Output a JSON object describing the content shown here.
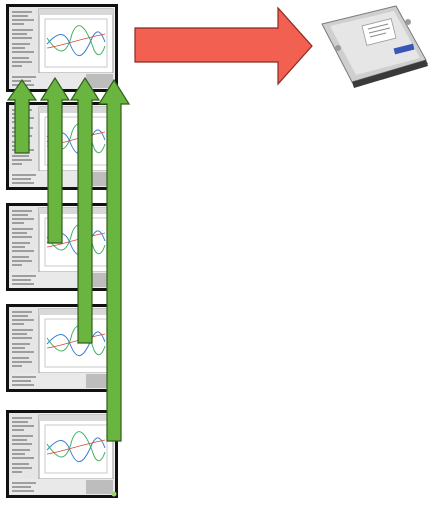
{
  "diagram": {
    "panels": [
      {
        "id": "panel-1",
        "thumbnail": "screen-thumbnail"
      },
      {
        "id": "panel-2",
        "thumbnail": "screen-thumbnail"
      },
      {
        "id": "panel-3",
        "thumbnail": "screen-thumbnail"
      },
      {
        "id": "panel-4",
        "thumbnail": "screen-thumbnail"
      },
      {
        "id": "panel-5",
        "thumbnail": "screen-thumbnail"
      }
    ],
    "save_arrow": {
      "direction": "right",
      "color": "#f26052"
    },
    "copy_arrows": {
      "direction": "up",
      "count": 4,
      "color": "#6ab53f"
    },
    "target": {
      "icon": "hard-drive-icon"
    }
  }
}
